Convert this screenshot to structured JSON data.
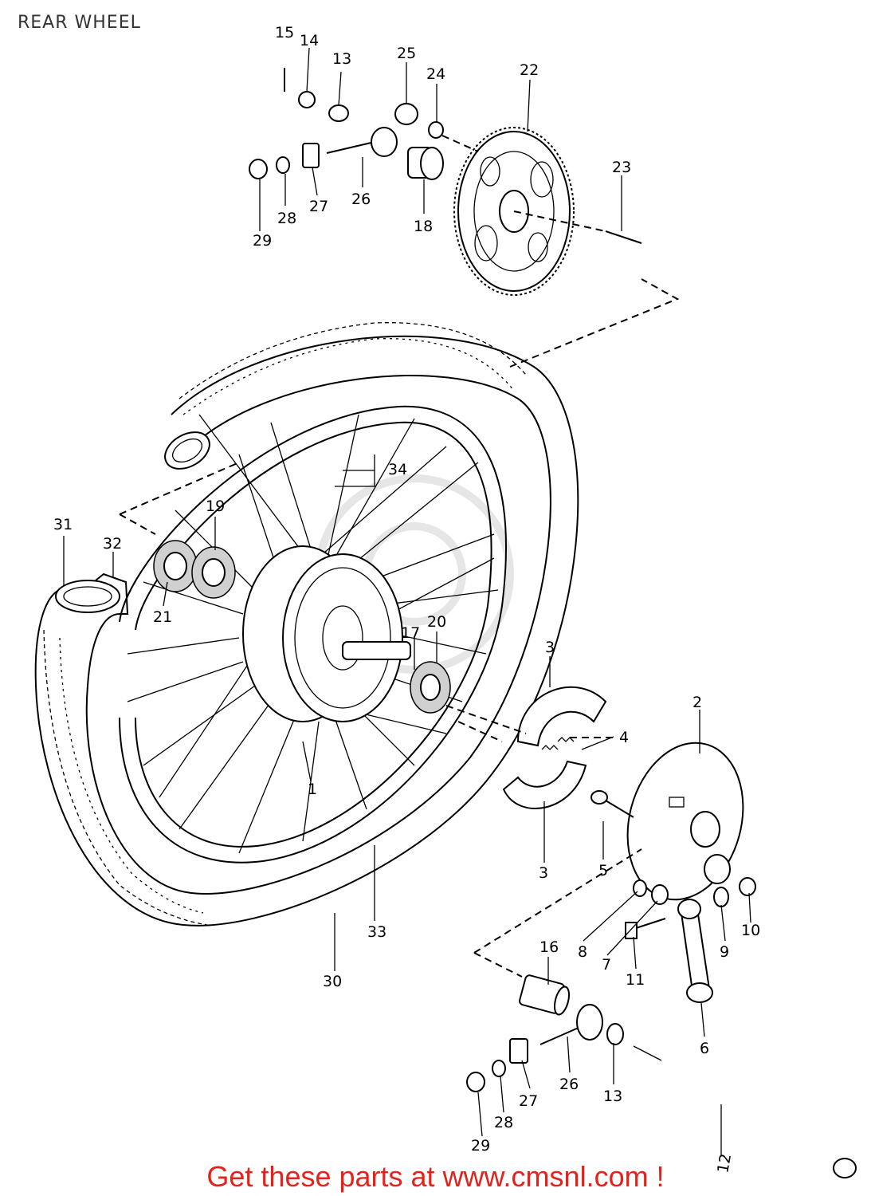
{
  "diagram": {
    "title": "REAR WHEEL",
    "footer": "Get these parts at www.cmsnl.com !",
    "callouts": [
      "15",
      "14",
      "13",
      "25",
      "24",
      "22",
      "23",
      "29",
      "28",
      "27",
      "26",
      "18",
      "34",
      "31",
      "32",
      "19",
      "21",
      "17",
      "20",
      "3",
      "4",
      "2",
      "1",
      "5",
      "3",
      "8",
      "7",
      "11",
      "9",
      "10",
      "33",
      "30",
      "16",
      "6",
      "26",
      "13",
      "27",
      "28",
      "29",
      "12"
    ],
    "colors": {
      "footer_text": "#e3231b",
      "line": "#000000"
    }
  }
}
